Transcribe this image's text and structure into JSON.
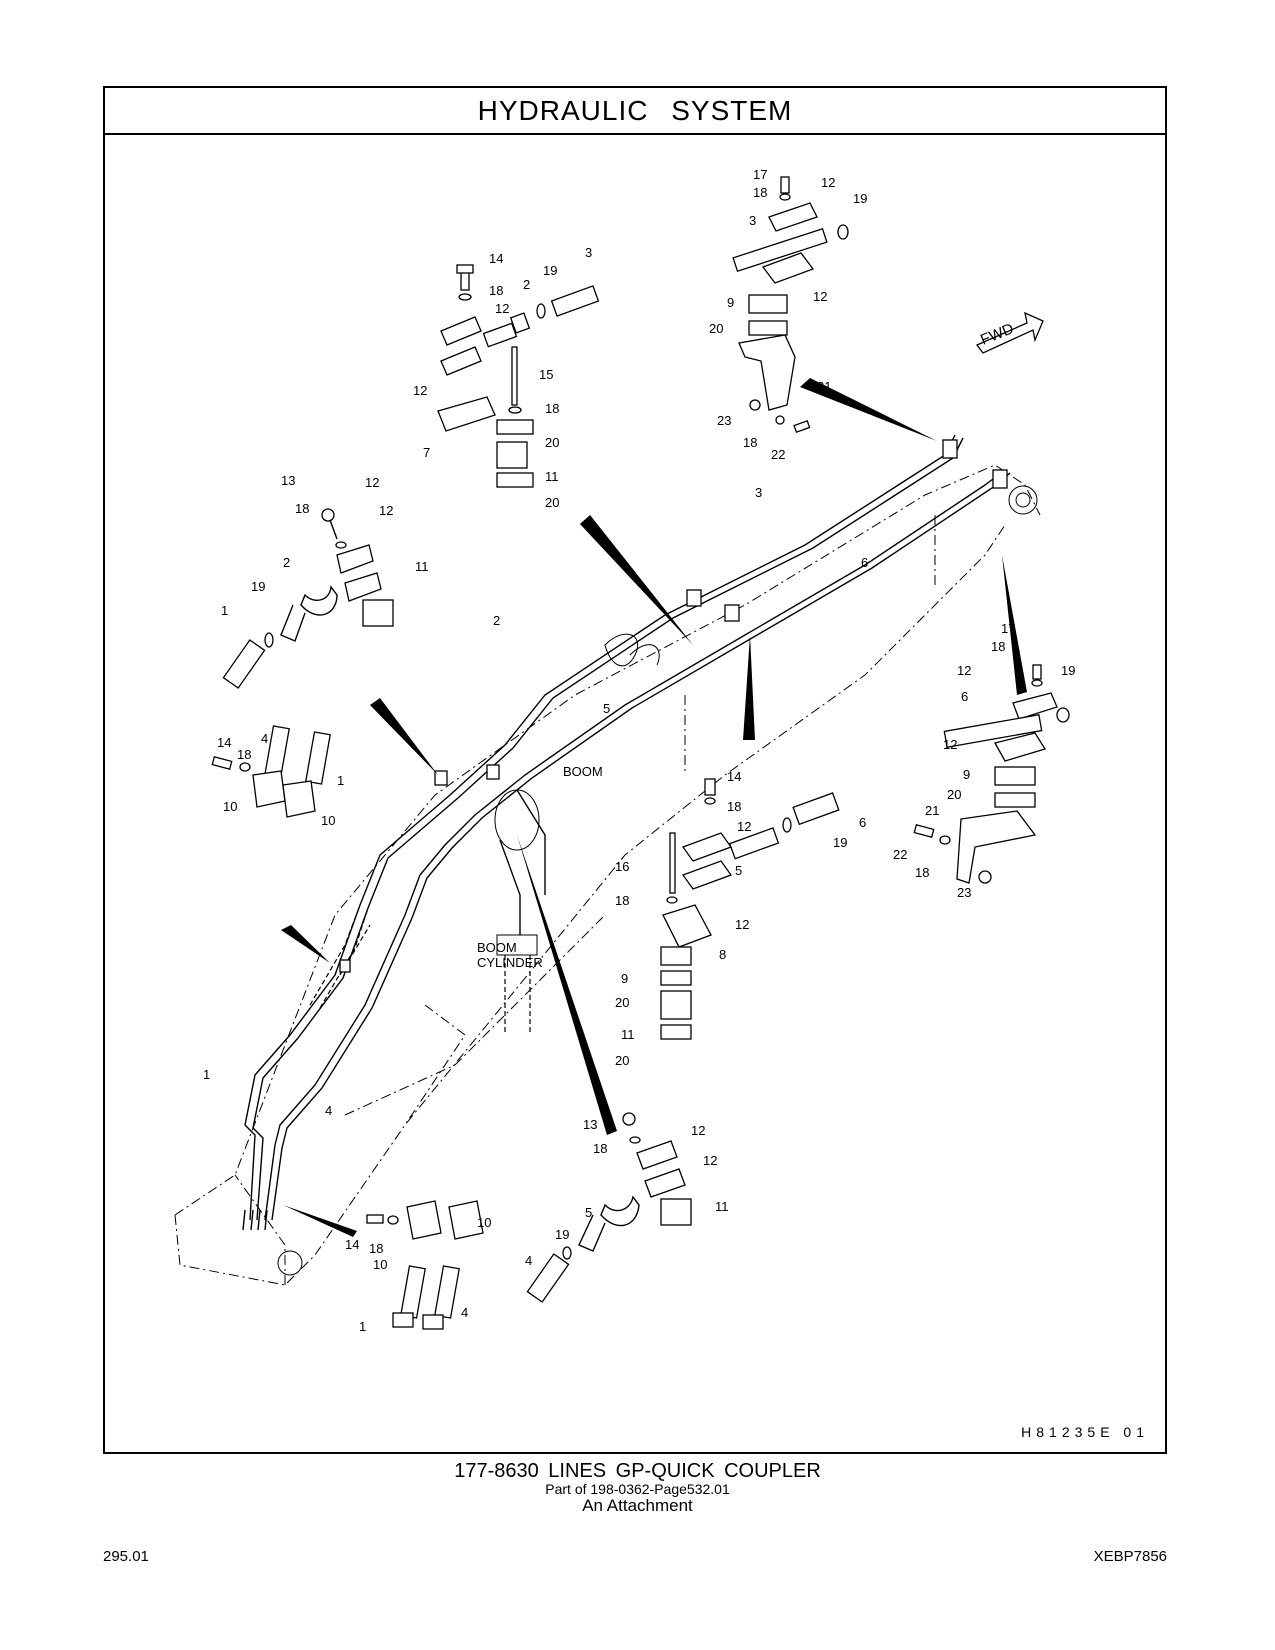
{
  "header": {
    "title": "HYDRAULIC   SYSTEM"
  },
  "drawing": {
    "drawing_id": "H81235E   01",
    "direction_label": "FWD",
    "labels": {
      "boom": "BOOM",
      "boom_cylinder_line1": "BOOM",
      "boom_cylinder_line2": "CYLINDER"
    },
    "callouts": [
      "17",
      "18",
      "12",
      "19",
      "3",
      "12",
      "9",
      "20",
      "21",
      "23",
      "18",
      "22",
      "14",
      "3",
      "19",
      "2",
      "18",
      "12",
      "15",
      "12",
      "18",
      "7",
      "20",
      "11",
      "20",
      "13",
      "12",
      "18",
      "12",
      "2",
      "11",
      "19",
      "1",
      "3",
      "6",
      "2",
      "5",
      "17",
      "18",
      "12",
      "19",
      "6",
      "12",
      "9",
      "20",
      "21",
      "22",
      "18",
      "23",
      "14",
      "4",
      "18",
      "1",
      "10",
      "10",
      "14",
      "18",
      "12",
      "16",
      "5",
      "6",
      "19",
      "18",
      "12",
      "8",
      "9",
      "20",
      "11",
      "20",
      "1",
      "4",
      "13",
      "12",
      "18",
      "12",
      "11",
      "5",
      "19",
      "4",
      "14",
      "18",
      "10",
      "10",
      "1",
      "4"
    ]
  },
  "caption": {
    "main": "177-8630   LINES  GP-QUICK  COUPLER",
    "part_of": "Part of 198-0362-Page532.01",
    "sub": "An Attachment"
  },
  "footer": {
    "page_number": "295.01",
    "doc_code": "XEBP7856"
  }
}
